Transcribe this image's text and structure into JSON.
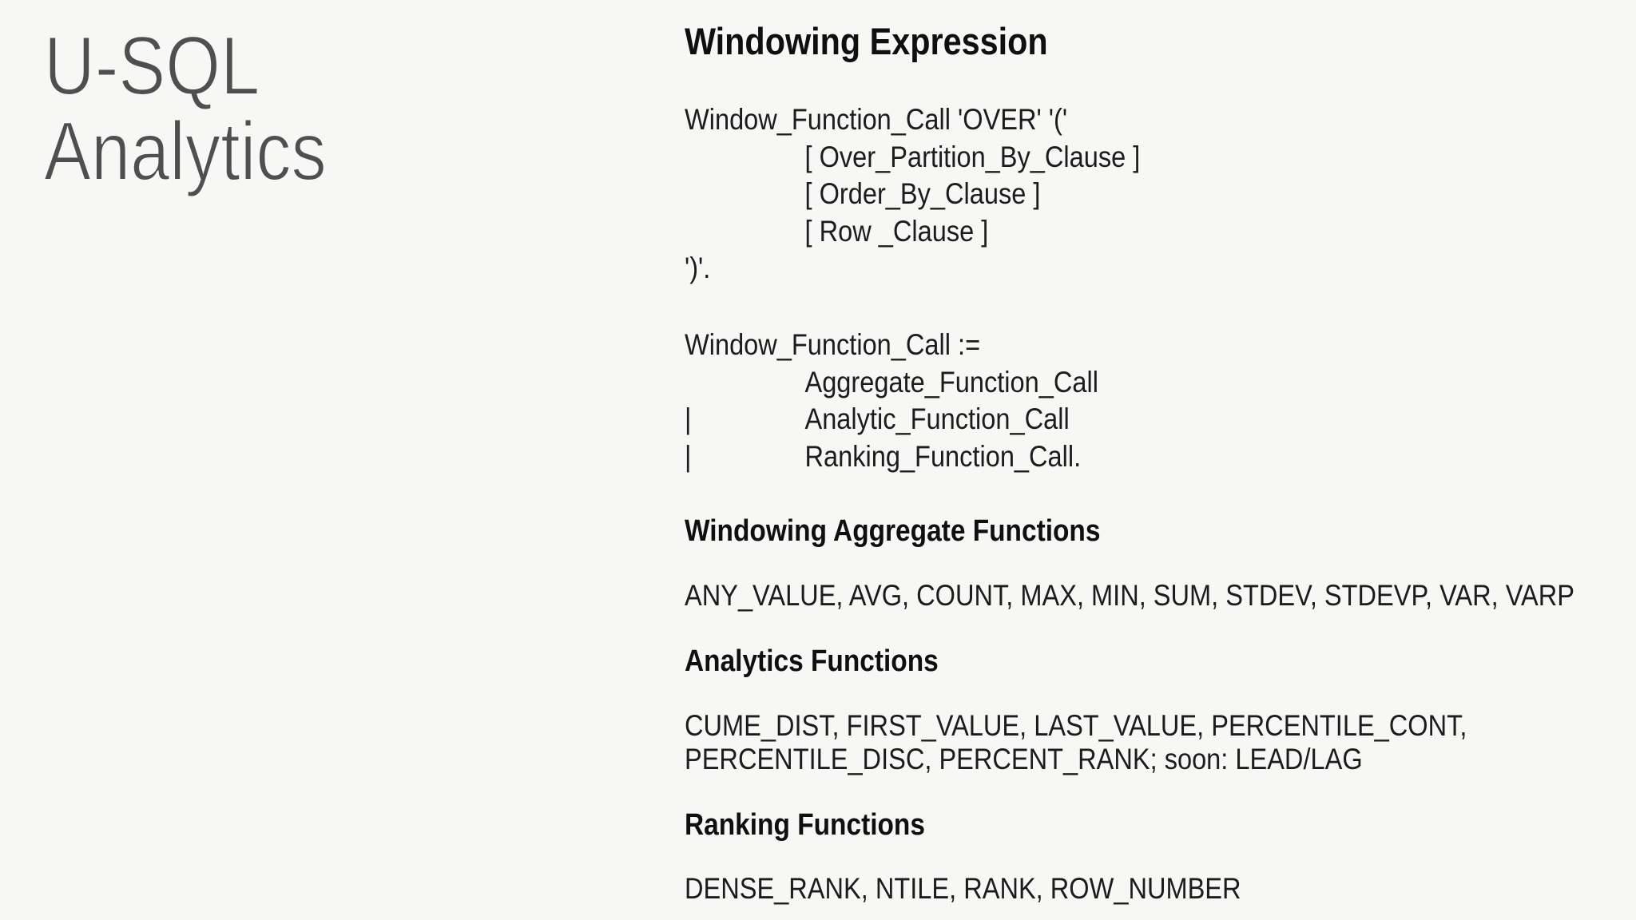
{
  "slide": {
    "colors": {
      "background": "#f7f7f6",
      "title_text": "#4f4f4f",
      "body_text": "#1c1c1c",
      "heading_text": "#0f0f0f"
    },
    "title": {
      "line1": "U-SQL",
      "line2": "Analytics"
    },
    "heading": "Windowing Expression",
    "syntax_block": {
      "lines": [
        {
          "pipe": "",
          "text": "Window_Function_Call 'OVER' '('"
        },
        {
          "pipe": "",
          "text": "[ Over_Partition_By_Clause ]"
        },
        {
          "pipe": "",
          "text": "[ Order_By_Clause ]"
        },
        {
          "pipe": "",
          "text": "[ Row _Clause ]"
        },
        {
          "pipe": "",
          "text": "')'."
        }
      ]
    },
    "definition_block": {
      "lines": [
        {
          "pipe": "",
          "text": "Window_Function_Call :="
        },
        {
          "pipe": "",
          "text": "Aggregate_Function_Call"
        },
        {
          "pipe": "|",
          "text": "Analytic_Function_Call"
        },
        {
          "pipe": "|",
          "text": "Ranking_Function_Call."
        }
      ]
    },
    "sections": [
      {
        "heading": "Windowing Aggregate Functions",
        "lines": [
          "ANY_VALUE, AVG, COUNT, MAX, MIN, SUM, STDEV, STDEVP, VAR, VARP"
        ]
      },
      {
        "heading": "Analytics Functions",
        "lines": [
          "CUME_DIST, FIRST_VALUE, LAST_VALUE, PERCENTILE_CONT,",
          "PERCENTILE_DISC, PERCENT_RANK; soon: LEAD/LAG"
        ]
      },
      {
        "heading": "Ranking Functions",
        "lines": [
          "DENSE_RANK, NTILE, RANK, ROW_NUMBER"
        ]
      }
    ]
  }
}
